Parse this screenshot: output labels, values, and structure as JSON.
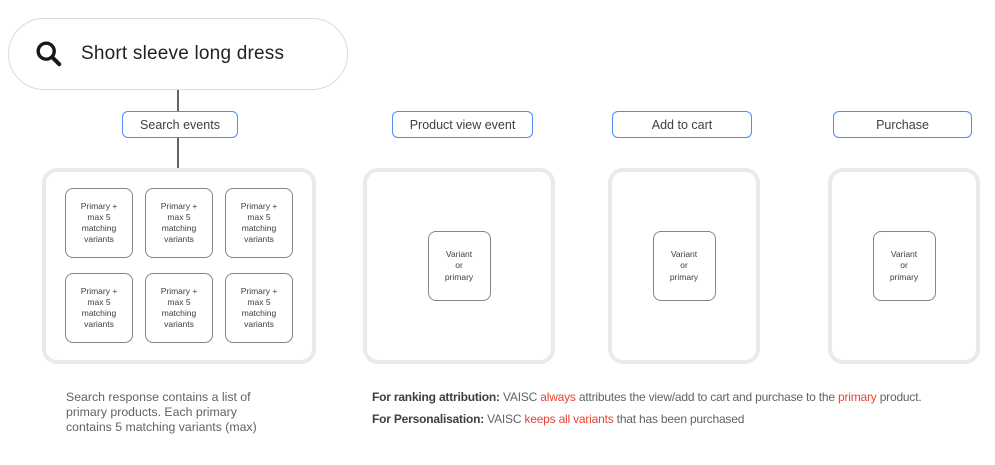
{
  "search": {
    "query": "Short sleeve long dress",
    "icon": "magnifier"
  },
  "event_labels": {
    "search_events": "Search events",
    "product_view": "Product view event",
    "add_to_cart": "Add to cart",
    "purchase": "Purchase"
  },
  "boxes": {
    "primary": "Primary +\nmax 5\nmatching\nvariants",
    "variant": "Variant\nor\nprimary"
  },
  "notes": {
    "search_response": "Search response contains a list of\nprimary products. Each primary\ncontains 5 matching variants (max)",
    "ranking": {
      "lead": "For ranking attribution:",
      "t1": " VAISC ",
      "red1": "always",
      "t2": " attributes the view/add to cart and purchase to the ",
      "red2": "primary",
      "t3": " product."
    },
    "personalisation": {
      "lead": "For Personalisation:",
      "t1": " VAISC ",
      "red1": "keeps all variants",
      "t2": " that has been purchased"
    }
  },
  "colors": {
    "accent_blue": "#4e8df5",
    "alert_red": "#ea4335",
    "panel_border": "#e8eaed",
    "box_border": "#80868b",
    "text_dark": "#3c4043",
    "text_gray": "#5f6368"
  }
}
